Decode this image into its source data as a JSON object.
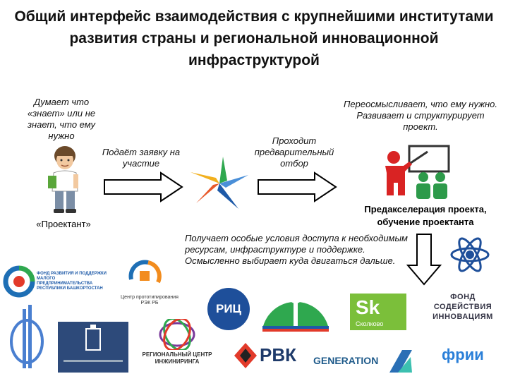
{
  "title": "Общий интерфейс взаимодействия с крупнейшими институтами развития страны и региональной инновационной инфраструктурой",
  "projectant": {
    "thought": "Думает что «знает» или не знает, что ему нужно",
    "label": "«Проектант»"
  },
  "step_apply": "Подаёт заявку на участие",
  "step_select": "Проходит предварительный отбор",
  "step_rethink": "Переосмысливает, что ему нужно. Развивает и структурирует проект.",
  "preaccel": "Предакселерация проекта, обучение проектанта",
  "outcome": "Получает особые условия доступа к необходимым ресурсам, инфраструктуре и поддержке. Осмысленно выбирает куда двигаться дальше.",
  "logos": {
    "fund_bash": "ФОНД РАЗВИТИЯ И ПОДДЕРЖКИ МАЛОГО ПРЕДПРИНИМАТЕЛЬСТВА РЕСПУБЛИКИ БАШКОРТОСТАН",
    "proto_center": "Центр прототипирования РЭК РБ",
    "engineering_center": "РЕГИОНАЛЬНЫЙ ЦЕНТР ИНЖИНИРИНГА",
    "ric": "РИЦ",
    "skolkovo_mark": "Sk",
    "skolkovo": "Сколково",
    "fund_innov": "ФОНД СОДЕЙСТВИЯ ИННОВАЦИЯМ",
    "rvk": "РВК",
    "generation": "GENERATION",
    "frii": "фрии"
  }
}
